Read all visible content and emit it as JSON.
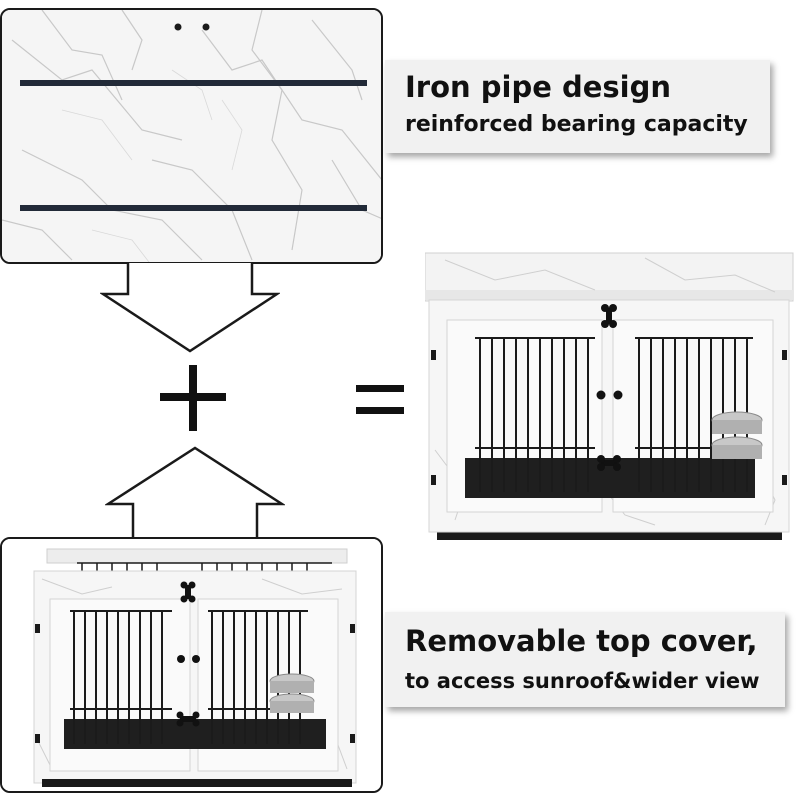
{
  "captions": {
    "iron_pipe": {
      "headline": "Iron pipe design",
      "subline": "reinforced bearing capacity"
    },
    "top_cover": {
      "headline": "Removable top cover,",
      "subline": "to access sunroof&wider view"
    }
  },
  "symbols": {
    "plus": "+",
    "equals": "="
  },
  "colors": {
    "marble": "#f4f4f4",
    "vein": "#c9c9c9",
    "frame_dark": "#1a1a1a",
    "caption_bg": "#f1f1f1"
  }
}
